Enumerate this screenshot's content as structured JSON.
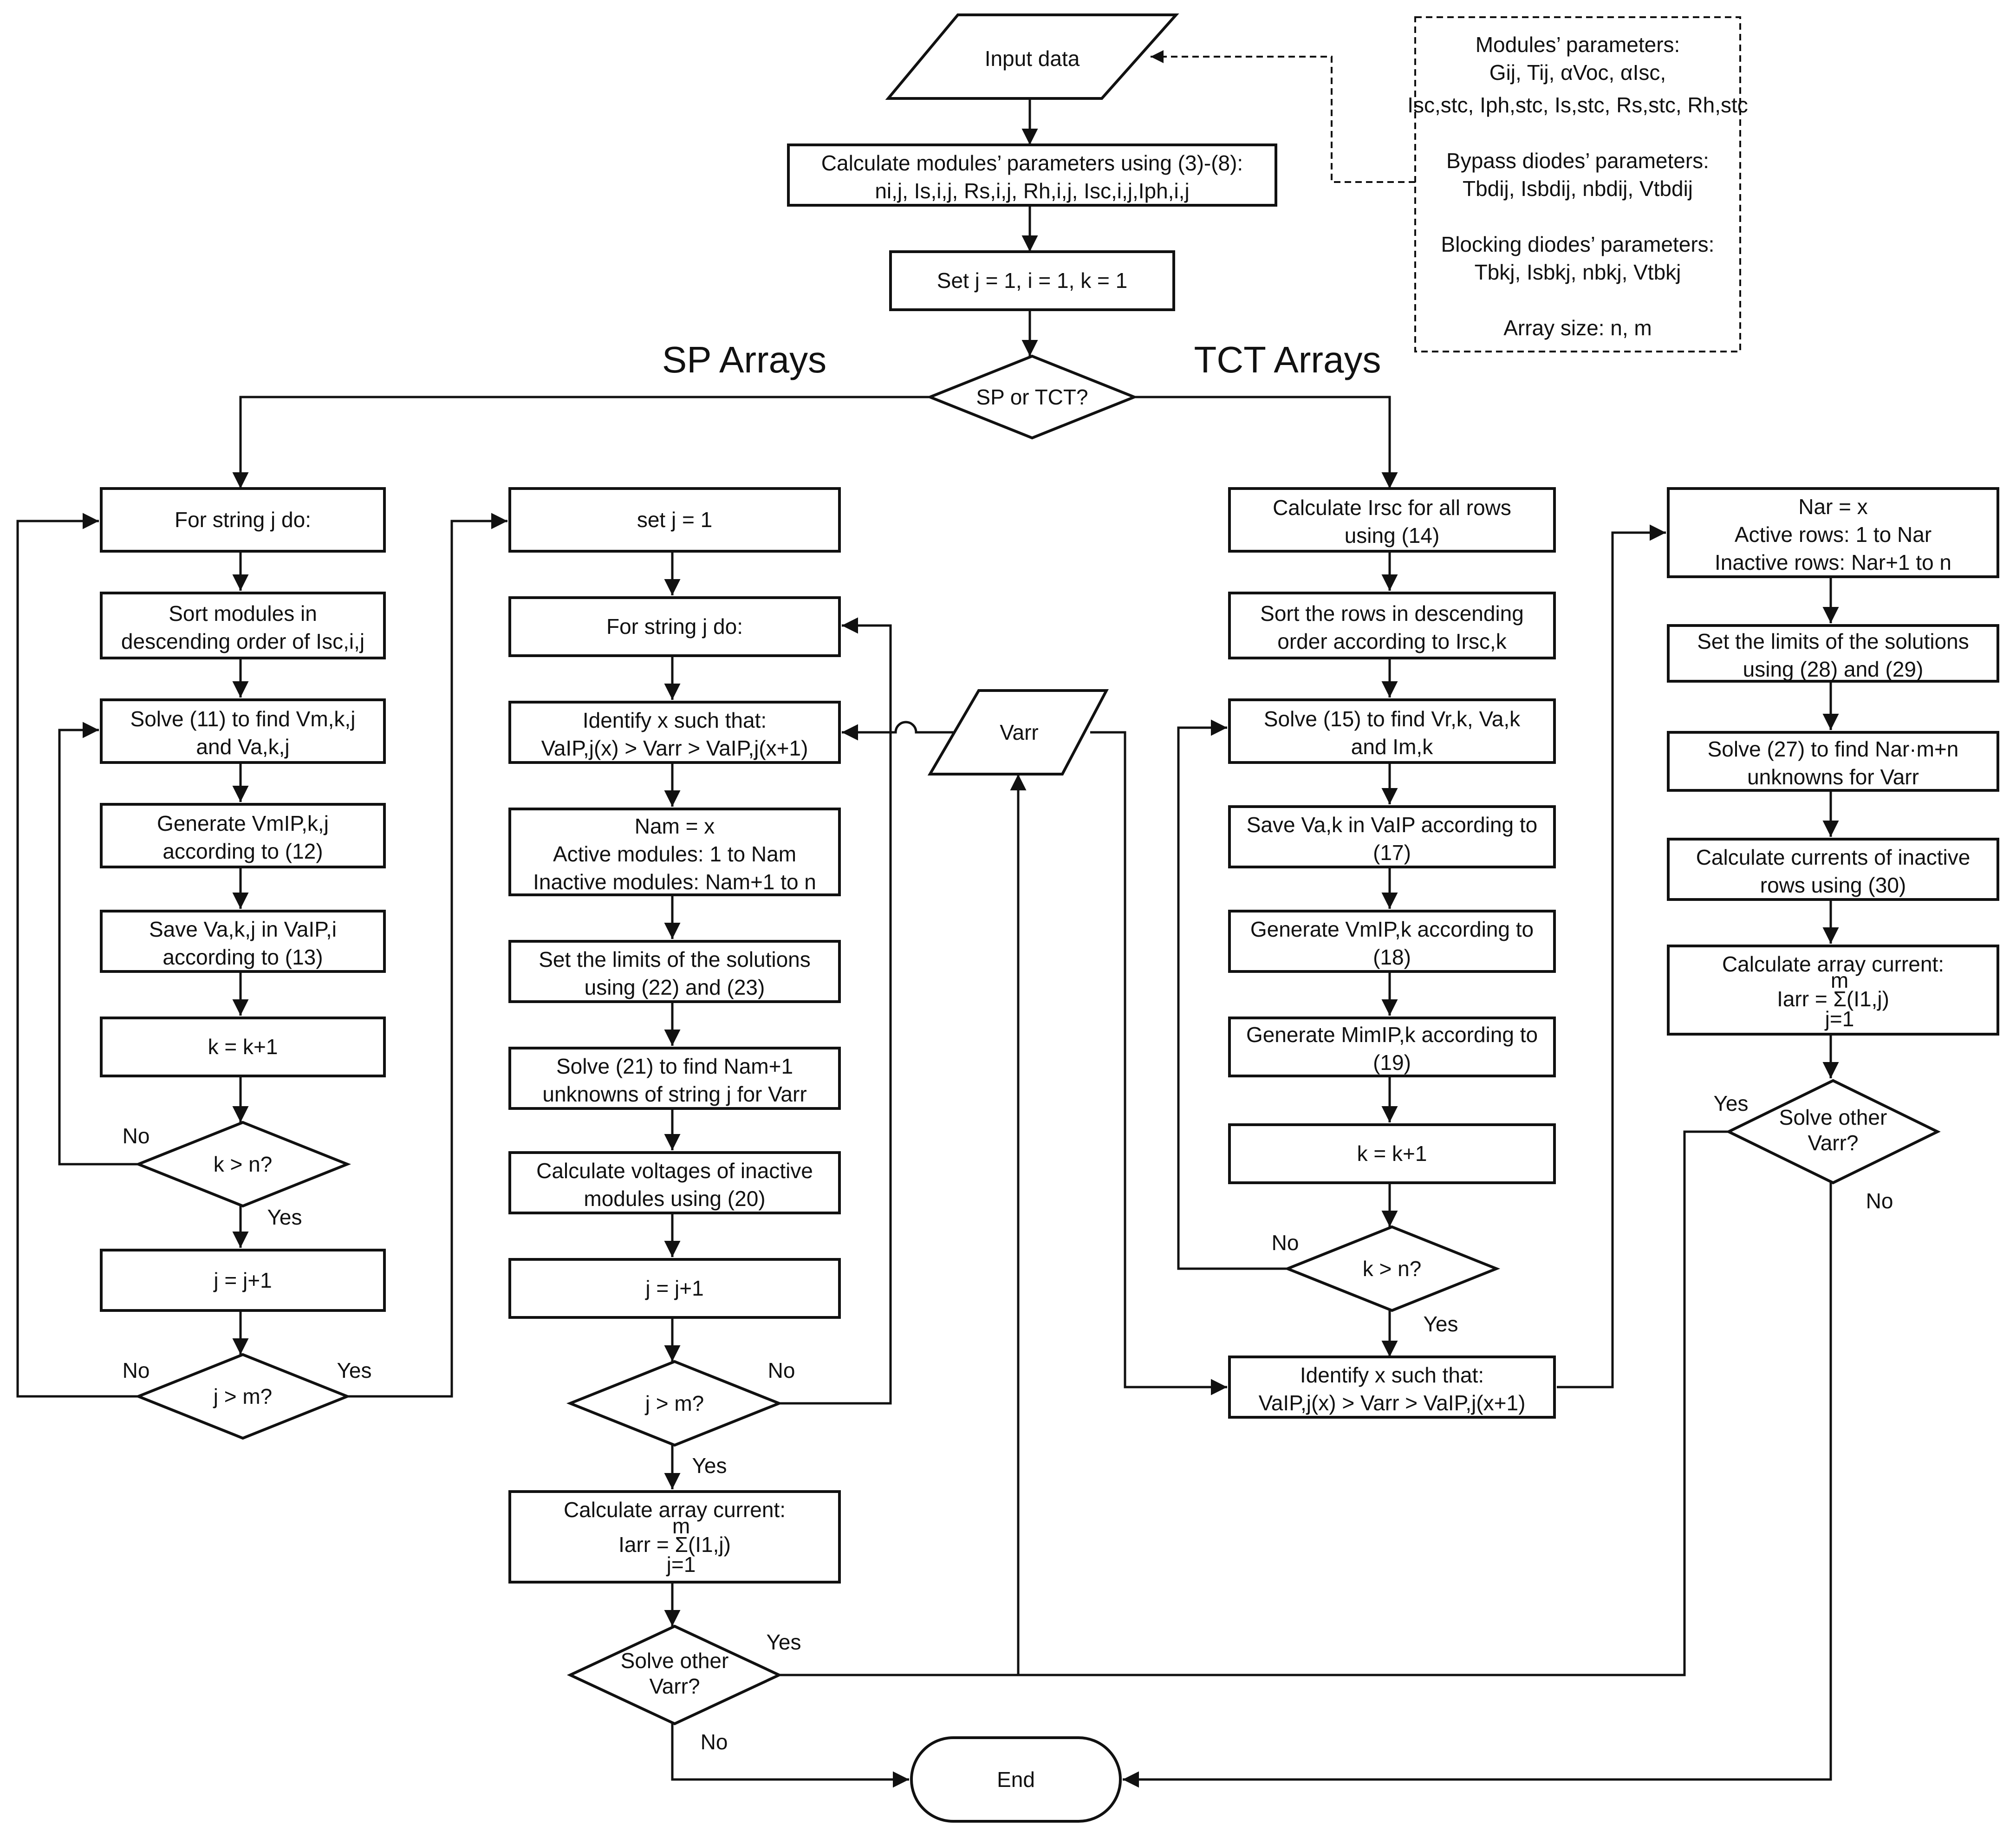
{
  "headings": {
    "sp": "SP Arrays",
    "tct": "TCT Arrays"
  },
  "params": {
    "modules_title": "Modules’ parameters:",
    "modules_line1": "Gij, Tij, αVoc, αIsc,",
    "modules_line2": "Isc,stc, Iph,stc, Is,stc, Rs,stc, Rh,stc",
    "bypass_title": "Bypass diodes’ parameters:",
    "bypass_line": "Tbdij, Isbdij, nbdij, Vtbdij",
    "blocking_title": "Blocking diodes’ parameters:",
    "blocking_line": "Tbkj, Isbkj, nbkj, Vtbkj",
    "array_size": "Array size: n, m"
  },
  "top": {
    "input": "Input data",
    "calc_line1": "Calculate modules’ parameters using (3)-(8):",
    "calc_line2": "ni,j, Is,i,j, Rs,i,j, Rh,i,j, Isc,i,j,Iph,i,j",
    "set": "Set j = 1, i = 1, k = 1",
    "decision": "SP or TCT?"
  },
  "sp_left": {
    "for_string": "For string j do:",
    "sort_line1": "Sort modules in",
    "sort_line2": "descending order of Isc,i,j",
    "solve_line1": "Solve (11) to find Vm,k,j",
    "solve_line2": "and Va,k,j",
    "generate_line1": "Generate VmIP,k,j",
    "generate_line2": "according to (12)",
    "save_line1": "Save Va,k,j in VaIP,i",
    "save_line2": "according to (13)",
    "k_inc": "k = k+1",
    "k_decision": "k > n?",
    "j_inc": "j = j+1",
    "j_decision": "j > m?"
  },
  "sp_right": {
    "set_j": "set j = 1",
    "for_string": "For string j do:",
    "identify_line1": "Identify x such that:",
    "identify_line2": "VaIP,j(x) > Varr > VaIP,j(x+1)",
    "nam_line1": "Nam = x",
    "nam_line2": "Active modules: 1 to Nam",
    "nam_line3": "Inactive modules: Nam+1 to n",
    "limits_line1": "Set the limits of the solutions",
    "limits_line2": "using (22) and (23)",
    "solve_line1": "Solve (21) to find Nam+1",
    "solve_line2": "unknowns of string j for Varr",
    "volt_line1": "Calculate voltages of inactive",
    "volt_line2": "modules using (20)",
    "j_inc": "j = j+1",
    "j_decision": "j > m?",
    "current_line1": "Calculate array current:",
    "current_line2": "Iarr = Σ(I1,j)",
    "current_sup": "m",
    "current_sub": "j=1",
    "solve_other_line1": "Solve other",
    "solve_other_line2": "Varr?"
  },
  "varr": "Varr",
  "end": "End",
  "tct_left": {
    "irsc_line1": "Calculate Irsc for all rows",
    "irsc_line2": "using (14)",
    "sort_line1": "Sort the rows in descending",
    "sort_line2": "order according to Irsc,k",
    "solve_line1": "Solve (15) to find Vr,k, Va,k",
    "solve_line2": "and Im,k",
    "save_line1": "Save Va,k in VaIP according to",
    "save_line2": "(17)",
    "genv_line1": "Generate VmIP,k according to",
    "genv_line2": "(18)",
    "genm_line1": "Generate MimIP,k according to",
    "genm_line2": "(19)",
    "k_inc": "k = k+1",
    "k_decision": "k > n?",
    "identify_line1": "Identify x such that:",
    "identify_line2": "VaIP,j(x) > Varr > VaIP,j(x+1)"
  },
  "tct_right": {
    "nar_line1": "Nar = x",
    "nar_line2": "Active rows: 1 to Nar",
    "nar_line3": "Inactive rows: Nar+1 to n",
    "limits_line1": "Set the limits of the solutions",
    "limits_line2": "using (28) and (29)",
    "solve_line1": "Solve (27) to find Nar·m+n",
    "solve_line2": "unknowns for Varr",
    "inactive_line1": "Calculate currents of inactive",
    "inactive_line2": "rows using (30)",
    "current_line1": "Calculate array current:",
    "current_line2": "Iarr = Σ(I1,j)",
    "current_sup": "m",
    "current_sub": "j=1",
    "solve_other_line1": "Solve other",
    "solve_other_line2": "Varr?"
  },
  "labels": {
    "yes": "Yes",
    "no": "No"
  }
}
